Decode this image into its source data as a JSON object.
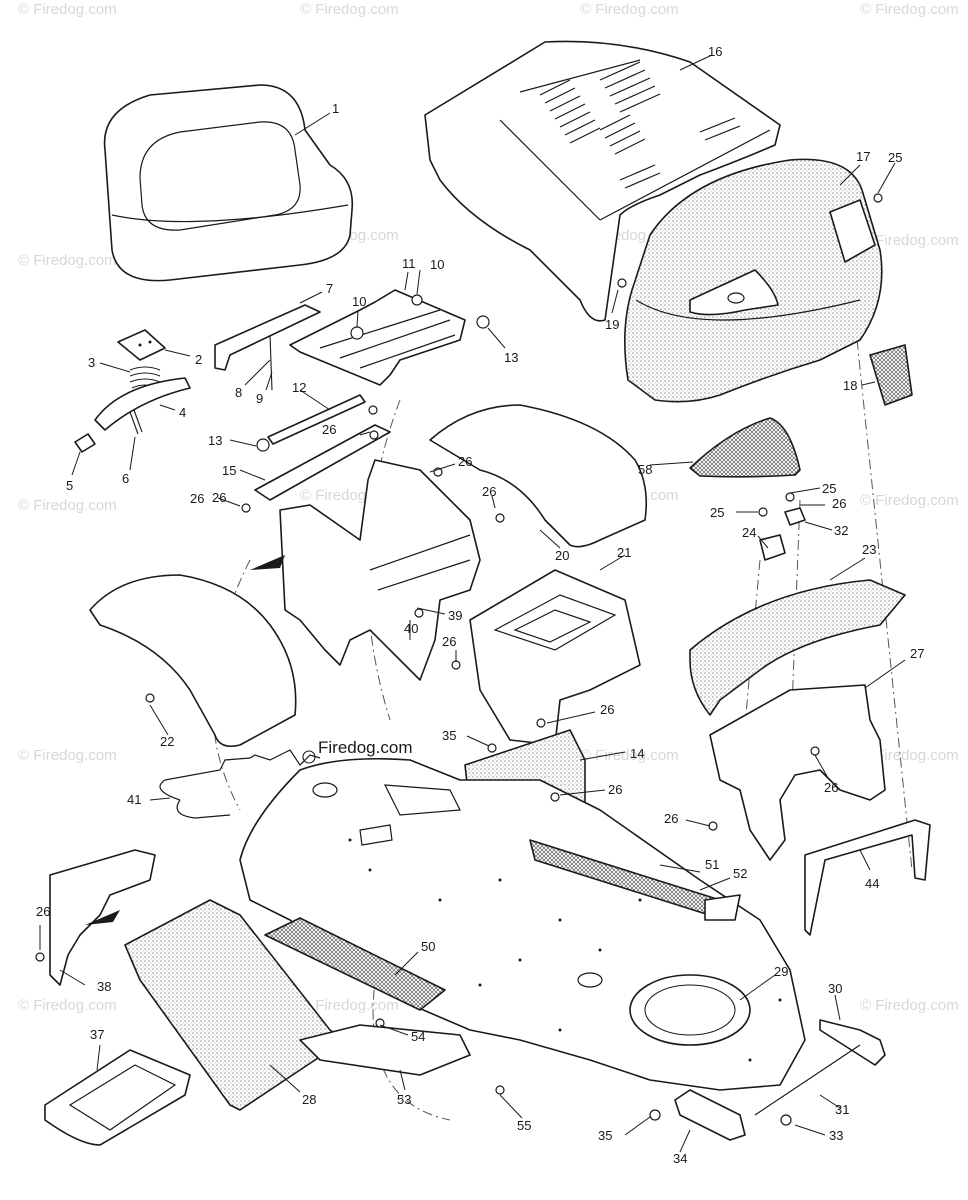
{
  "watermark": "© Firedog.com",
  "brand": "Firedog.com",
  "callouts": {
    "c1": "1",
    "c2": "2",
    "c3": "3",
    "c4": "4",
    "c5": "5",
    "c6": "6",
    "c7": "7",
    "c8": "8",
    "c9": "9",
    "c10a": "10",
    "c10b": "10",
    "c11": "11",
    "c12": "12",
    "c13a": "13",
    "c13b": "13",
    "c14": "14",
    "c15": "15",
    "c16": "16",
    "c17": "17",
    "c18": "18",
    "c19": "19",
    "c20": "20",
    "c21": "21",
    "c22": "22",
    "c23": "23",
    "c24": "24",
    "c25a": "25",
    "c25b": "25",
    "c25c": "25",
    "c26a": "26",
    "c26b": "26",
    "c26c": "26",
    "c26d": "26",
    "c26e": "26",
    "c26f": "26",
    "c26g": "26",
    "c26h": "26",
    "c26i": "26",
    "c26j": "26",
    "c26k": "26",
    "c26l": "26",
    "c27": "27",
    "c28": "28",
    "c29": "29",
    "c30": "30",
    "c31": "31",
    "c32": "32",
    "c33": "33",
    "c34": "34",
    "c35a": "35",
    "c35b": "35",
    "c37": "37",
    "c38": "38",
    "c39": "39",
    "c40": "40",
    "c41": "41",
    "c44": "44",
    "c50": "50",
    "c51": "51",
    "c52": "52",
    "c53": "53",
    "c54": "54",
    "c55": "55",
    "c58": "58"
  }
}
